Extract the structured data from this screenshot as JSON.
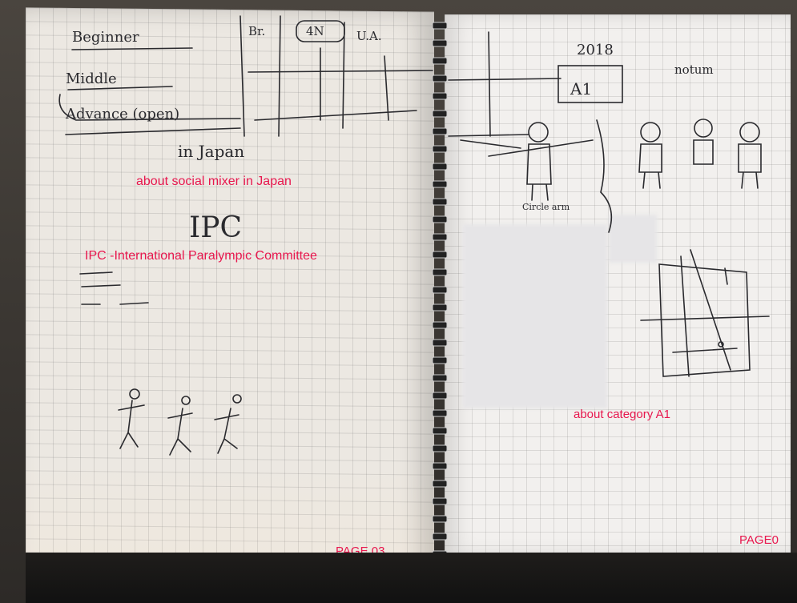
{
  "image": {
    "description_labels": {
      "left_page_caption_1": "about social mixer in Japan",
      "left_page_caption_2": "IPC -International Paralympic Committee",
      "right_page_caption": "about category A1",
      "left_page_number": "PAGE 03",
      "right_page_number": "PAGE0"
    },
    "handwriting": {
      "list_item_1": "Beginner",
      "list_item_2": "Middle",
      "list_item_3": "Advance (open)",
      "grid_header_1": "Br.",
      "grid_header_2": "4N",
      "grid_header_3": "U.A.",
      "in_japan": "in Japan",
      "ipc": "IPC",
      "year": "2018",
      "boxed_label": "A1",
      "right_note": "notum",
      "figure_note": "Circle arm"
    },
    "colors": {
      "annotation_red": "#e8174e",
      "paper": "#ece8e2",
      "ink": "#2a2a2e"
    }
  }
}
